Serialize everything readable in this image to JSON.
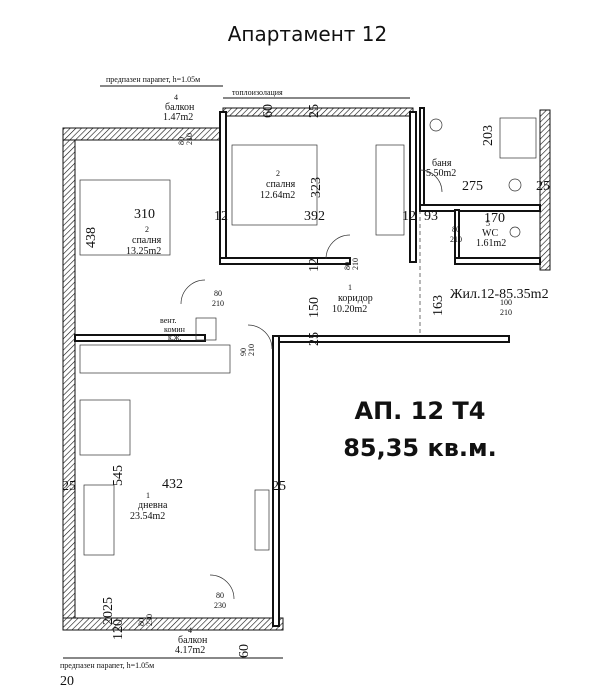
{
  "title": "Апартамент 12",
  "apartment_label": "АП. 12 Т4",
  "total_area": "85,35 кв.м.",
  "living_area_note": "Жил.12-85.35m2",
  "rooms": [
    {
      "number": "4",
      "name": "балкон",
      "area": "1.47m2"
    },
    {
      "number": "2",
      "name": "спалня",
      "area": "12.64m2"
    },
    {
      "number": "",
      "name": "баня",
      "area": "5.50m2"
    },
    {
      "number": "2",
      "name": "спалня",
      "area": "13.25m2"
    },
    {
      "number": "1",
      "name": "коридор",
      "area": "10.20m2"
    },
    {
      "number": "5",
      "name": "WC",
      "area": "1.61m2"
    },
    {
      "number": "1",
      "name": "дневна",
      "area": "23.54m2"
    },
    {
      "number": "4",
      "name": "балкон",
      "area": "4.17m2"
    }
  ],
  "notes": {
    "parapet_top": "предпазен парапет, h=1.05м",
    "parapet_bottom": "предпазен парапет, h=1.05м",
    "insulation": "топлоизолация",
    "vent": "вент.",
    "shaft": "комин",
    "kzh": "к.ж."
  },
  "dimensions": {
    "bed2_len": "310",
    "bed2_h": "438",
    "bed1_w": "392",
    "bed1_h": "323",
    "bath_w": "275",
    "bath_h": "203",
    "wc_w": "170",
    "corr_h": "150",
    "corr_w": "163",
    "living_w": "432",
    "living_h": "545",
    "w12a": "12",
    "w12b": "12",
    "w12c": "12",
    "w93": "93",
    "w25a": "25",
    "w25b": "25",
    "w25c": "25",
    "w25d": "25",
    "w25e": "25",
    "w60a": "60",
    "w60b": "60",
    "w20": "20",
    "w2025": "2025",
    "w120": "120"
  },
  "door_marks": [
    {
      "w": "80",
      "h": "210"
    },
    {
      "w": "80",
      "h": "210"
    },
    {
      "w": "80",
      "h": "210"
    },
    {
      "w": "90",
      "h": "210"
    },
    {
      "w": "80",
      "h": "230"
    },
    {
      "w": "80",
      "h": "230"
    },
    {
      "w": "100",
      "h": "210"
    },
    {
      "w": "80",
      "h": "210"
    }
  ]
}
